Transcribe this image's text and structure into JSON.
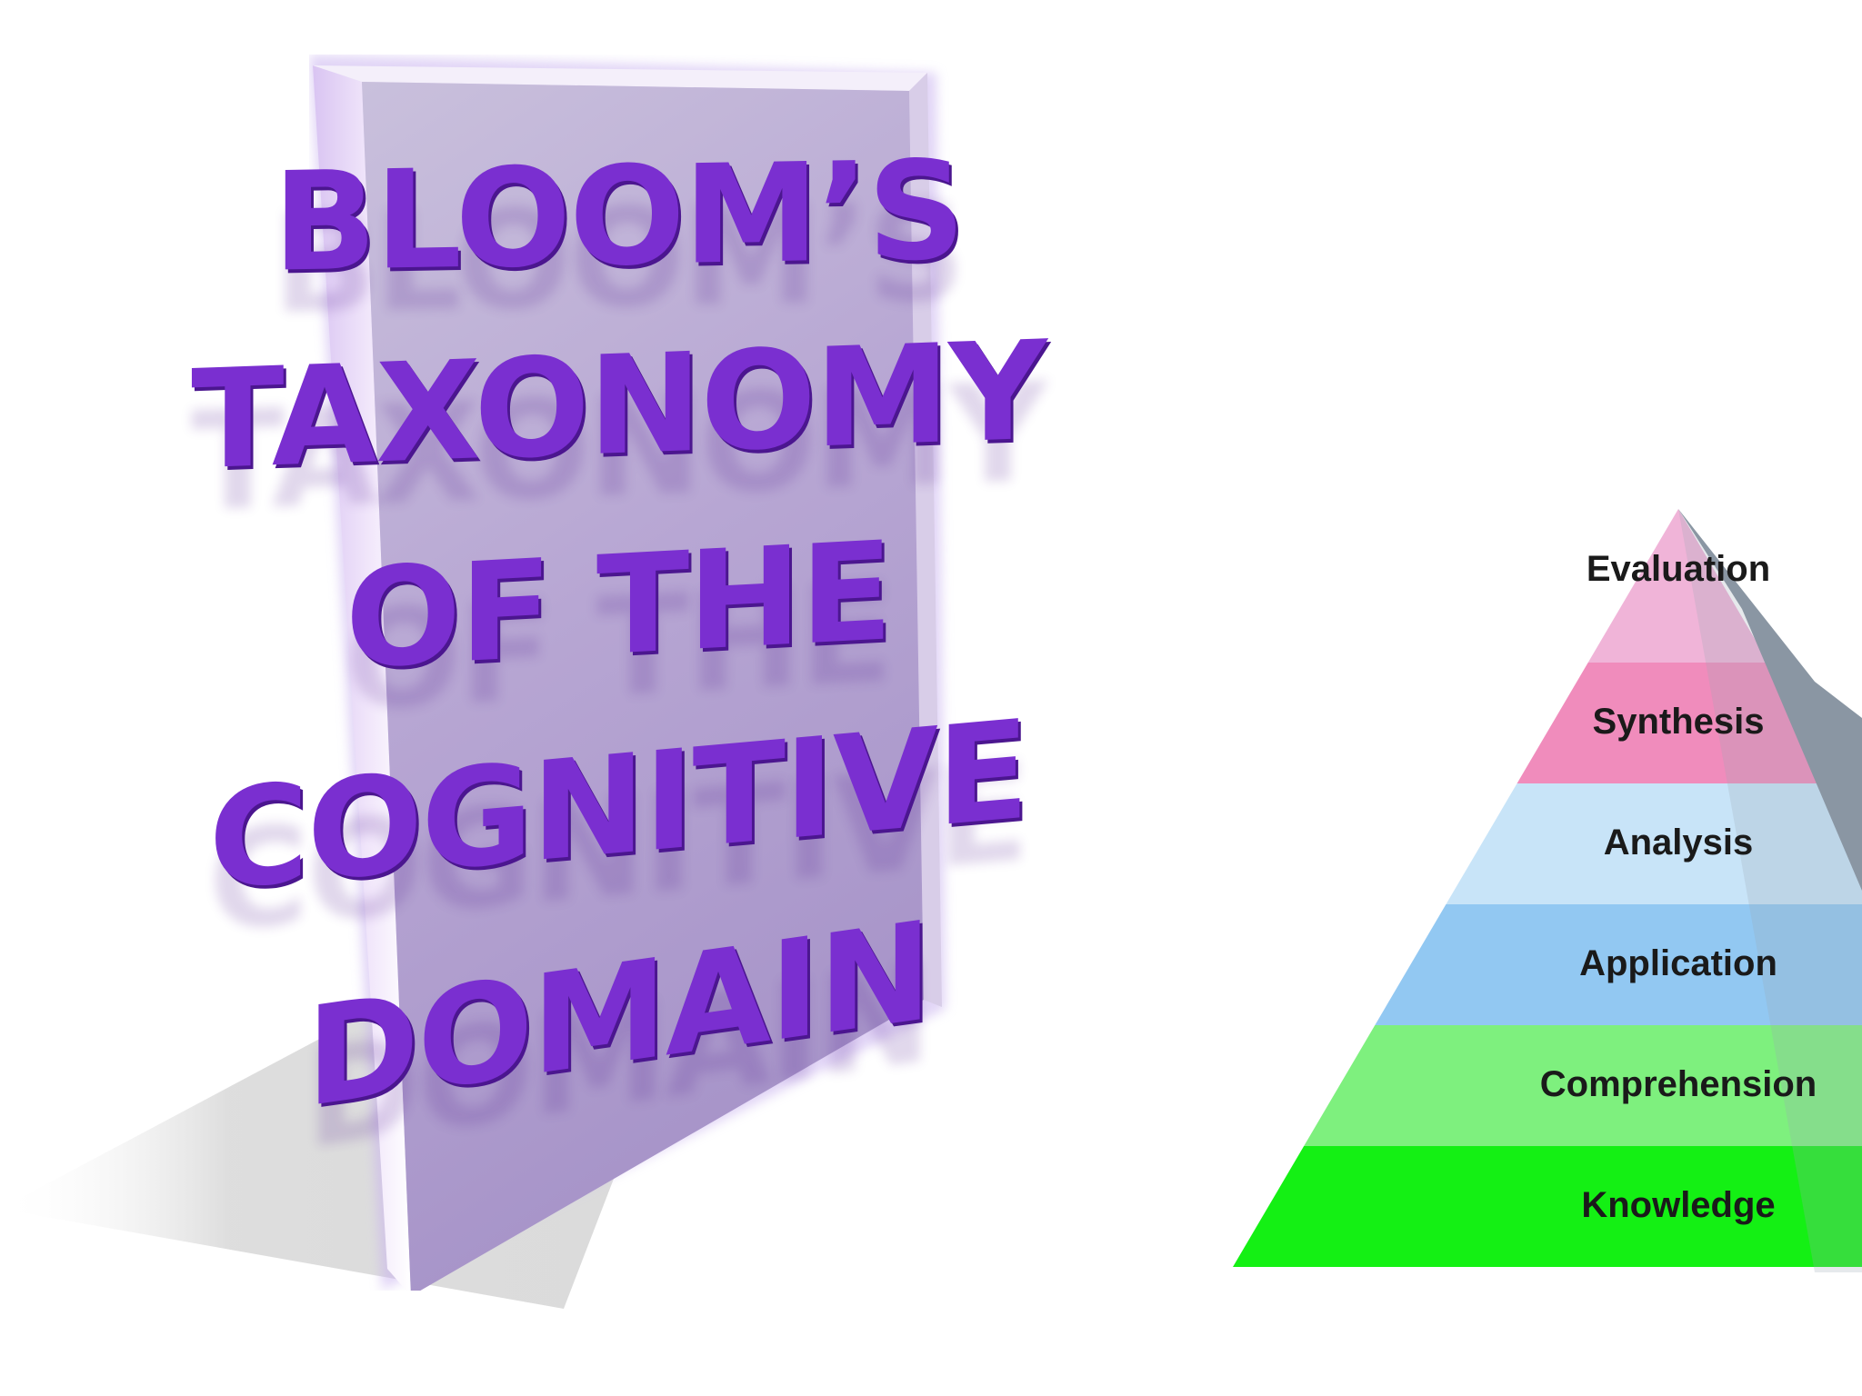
{
  "title": {
    "lines": [
      "BLOOM’S",
      "TAXONOMY",
      "OF THE",
      "COGNITIVE",
      "DOMAIN"
    ],
    "color": "#7a2fd0"
  },
  "pyramid": {
    "levels": [
      {
        "label": "Evaluation",
        "color": "#f0b4d8"
      },
      {
        "label": "Synthesis",
        "color": "#f08cbc"
      },
      {
        "label": "Analysis",
        "color": "#c8e4f8"
      },
      {
        "label": "Application",
        "color": "#92c8f2"
      },
      {
        "label": "Comprehension",
        "color": "#7ef07e"
      },
      {
        "label": "Knowledge",
        "color": "#14f014"
      }
    ]
  },
  "colors": {
    "board_face": "#b7a6d3",
    "board_edge": "#e9dcf7",
    "shadow": "#d9d9d9"
  }
}
